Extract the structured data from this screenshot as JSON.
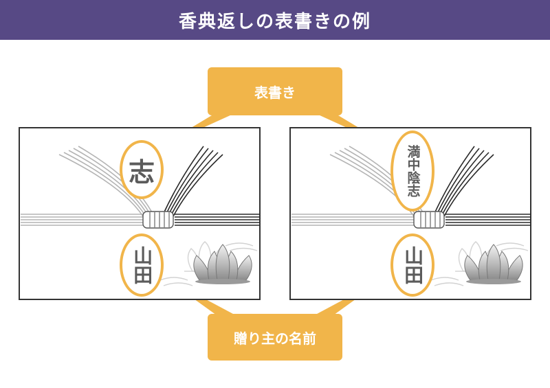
{
  "header": {
    "title": "香典返しの表書きの例"
  },
  "labels": {
    "omotegaki": "表書き",
    "sender_name": "贈り主の名前"
  },
  "left_card": {
    "omotegaki_text": "志",
    "name_text": "山田"
  },
  "right_card": {
    "omotegaki_text": "満中陰志",
    "name_text": "山田"
  },
  "colors": {
    "header_bg": "#574985",
    "accent": "#f1b54a",
    "text_gray": "#5b5b5b"
  }
}
